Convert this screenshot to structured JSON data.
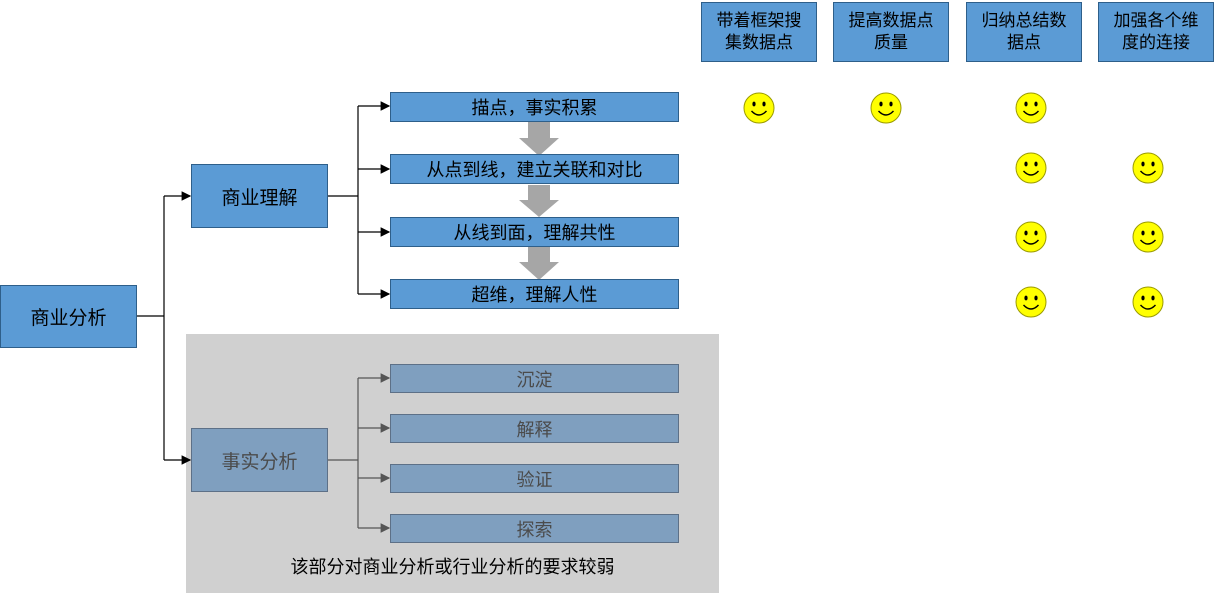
{
  "columns": [
    "带着框架搜集数据点",
    "提高数据点质量",
    "归纳总结数据点",
    "加强各个维度的连接"
  ],
  "column_lines": [
    [
      "带着框架搜",
      "集数据点"
    ],
    [
      "提高数据点",
      "质量"
    ],
    [
      "归纳总结数",
      "据点"
    ],
    [
      "加强各个维",
      "度的连接"
    ]
  ],
  "root": "商业分析",
  "branch_a": {
    "label": "商业理解",
    "steps": [
      "描点，事实积累",
      "从点到线，建立关联和对比",
      "从线到面，理解共性",
      "超维，理解人性"
    ]
  },
  "branch_b": {
    "label": "事实分析",
    "steps": [
      "沉淀",
      "解释",
      "验证",
      "探索"
    ]
  },
  "note": "该部分对商业分析或行业分析的要求较弱",
  "smiley_marks": [
    [
      true,
      true,
      true,
      false
    ],
    [
      false,
      false,
      true,
      true
    ],
    [
      false,
      false,
      true,
      true
    ],
    [
      false,
      false,
      true,
      true
    ]
  ],
  "colors": {
    "box_blue": "#5b9bd5",
    "box_muted": "#7f9fbf",
    "panel_gray": "#d0d0d0",
    "smiley_yellow": "#ffff00"
  }
}
